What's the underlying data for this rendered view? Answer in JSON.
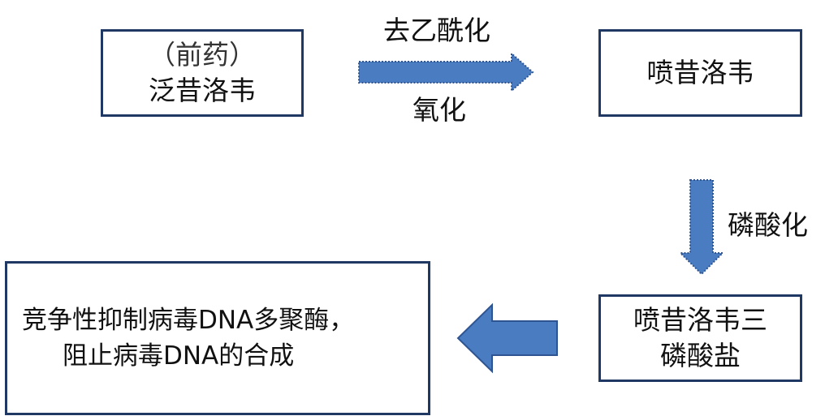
{
  "nodes": {
    "prodrug": {
      "line1": "（前药）",
      "line2": "泛昔洛韦"
    },
    "penciclovir": {
      "text": "喷昔洛韦"
    },
    "triphosphate": {
      "line1": "喷昔洛韦三",
      "line2": "磷酸盐"
    },
    "result": {
      "line1": "竞争性抑制病毒DNA多聚酶，",
      "line2": "阻止病毒DNA的合成"
    }
  },
  "edges": {
    "step1_top": "去乙酰化",
    "step1_bottom": "氧化",
    "step2": "磷酸化"
  },
  "colors": {
    "box_border": "#1f3864",
    "arrow_fill": "#4a7cc2",
    "arrow_stroke": "#2e5592"
  }
}
